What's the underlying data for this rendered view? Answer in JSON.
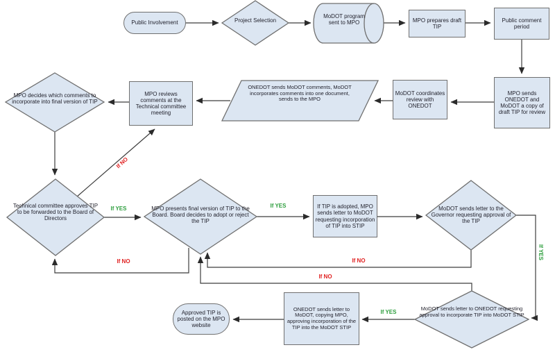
{
  "diagram": {
    "type": "flowchart",
    "colors": {
      "node_fill": "#dce6f2",
      "node_border": "#6f6f6f",
      "connector": "#3c3c3c",
      "yes_label": "#2e9e3e",
      "no_label": "#e02020",
      "text": "#23232e",
      "background": "#ffffff"
    },
    "nodes": {
      "public_involvement": {
        "type": "terminator",
        "label": "Public Involvement"
      },
      "project_selection": {
        "type": "decision",
        "label": "Project Selection"
      },
      "modot_program": {
        "type": "stored-data-cylinder",
        "label": "MoDOT program sent to MPO"
      },
      "mpo_prepares_draft": {
        "type": "process",
        "label": "MPO prepares draft TIP"
      },
      "public_comment": {
        "type": "process",
        "label": "Public comment period"
      },
      "mpo_sends_copy": {
        "type": "process",
        "label": "MPO sends ONEDOT and MoDOT a copy of draft TIP for review"
      },
      "modot_coordinates": {
        "type": "process",
        "label": "MoDOT coordinates review with ONEDOT"
      },
      "onedot_comments": {
        "type": "input-output",
        "label": "ONEDOT sends MoDOT comments, MoDOT incorporates comments into one document, sends to the MPO"
      },
      "mpo_reviews": {
        "type": "process",
        "label": "MPO reviews comments at the Technical committee meeting"
      },
      "mpo_decides": {
        "type": "decision",
        "label": "MPO decides which comments to incorporate into final version of TIP"
      },
      "tech_committee": {
        "type": "decision",
        "label": "Technical committee approves TIP to be forwarded to the Board of Directors"
      },
      "board_decides": {
        "type": "decision",
        "label": "MPO presents final version of TIP to the Board. Board decides to adopt or reject the TIP"
      },
      "letter_to_modot": {
        "type": "process",
        "label": "If TIP is adopted, MPO sends letter to MoDOT requesting incorporation of TIP into STIP"
      },
      "governor_approval": {
        "type": "decision",
        "label": "MoDOT sends letter to the Governor requesting approval of the TIP"
      },
      "onedot_approval": {
        "type": "decision",
        "label": "MoDOT sends letter to ONEDOT requesting approval to incorporate TIP into MoDOT STIP"
      },
      "onedot_letter": {
        "type": "process",
        "label": "ONEDOT sends letter to MoDOT, copying MPO, approving incorporation of the TIP into the MoDOT STIP"
      },
      "tip_posted": {
        "type": "terminator",
        "label": "Approved TIP is posted on the MPO website"
      }
    },
    "edges": [
      {
        "from": "public_involvement",
        "to": "project_selection",
        "label": ""
      },
      {
        "from": "project_selection",
        "to": "modot_program",
        "label": ""
      },
      {
        "from": "modot_program",
        "to": "mpo_prepares_draft",
        "label": ""
      },
      {
        "from": "mpo_prepares_draft",
        "to": "public_comment",
        "label": ""
      },
      {
        "from": "public_comment",
        "to": "mpo_sends_copy",
        "label": ""
      },
      {
        "from": "mpo_sends_copy",
        "to": "modot_coordinates",
        "label": ""
      },
      {
        "from": "modot_coordinates",
        "to": "onedot_comments",
        "label": ""
      },
      {
        "from": "onedot_comments",
        "to": "mpo_reviews",
        "label": ""
      },
      {
        "from": "mpo_reviews",
        "to": "mpo_decides",
        "label": ""
      },
      {
        "from": "mpo_decides",
        "to": "tech_committee",
        "label": ""
      },
      {
        "from": "tech_committee",
        "to": "mpo_reviews",
        "label": "If NO"
      },
      {
        "from": "tech_committee",
        "to": "board_decides",
        "label": "If YES"
      },
      {
        "from": "board_decides",
        "to": "tech_committee",
        "label": "If NO"
      },
      {
        "from": "board_decides",
        "to": "letter_to_modot",
        "label": "If YES"
      },
      {
        "from": "letter_to_modot",
        "to": "governor_approval",
        "label": ""
      },
      {
        "from": "governor_approval",
        "to": "board_decides",
        "label": "If NO"
      },
      {
        "from": "governor_approval",
        "to": "onedot_approval",
        "label": "If YES"
      },
      {
        "from": "onedot_approval",
        "to": "board_decides",
        "label": "If NO"
      },
      {
        "from": "onedot_approval",
        "to": "onedot_letter",
        "label": "If YES"
      },
      {
        "from": "onedot_letter",
        "to": "tip_posted",
        "label": ""
      }
    ]
  }
}
